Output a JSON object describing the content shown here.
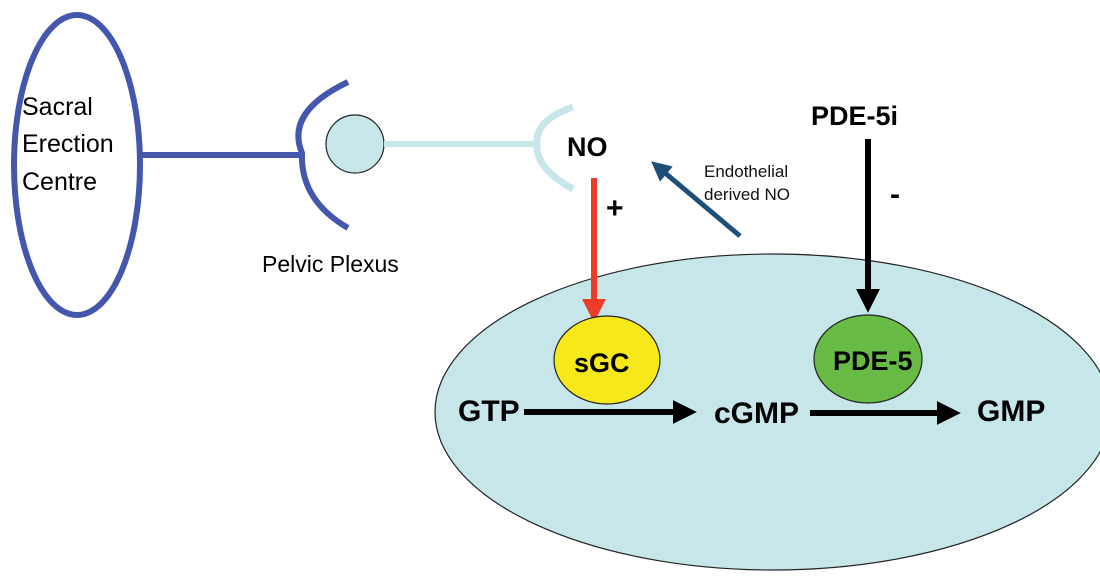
{
  "title": "NO / cGMP pathway and PDE-5 inhibition",
  "colors": {
    "nerve_blue": "#4457ad",
    "postganglionic": "#c6e6ea",
    "cell_fill": "#c6e6ea",
    "stimulation_arrow": "#ee3b26",
    "endothelial_arrow": "#1d4f7a",
    "inhibition_arrow": "#000000",
    "sgc_fill": "#f7e81c",
    "pde5_fill": "#68bb45"
  },
  "labels": {
    "sacral_centre": [
      "Sacral",
      "Erection",
      "Centre"
    ],
    "pelvic_plexus": "Pelvic Plexus",
    "no": "NO",
    "endothelial": [
      "Endothelial",
      "derived NO"
    ],
    "pde5i": "PDE-5i",
    "plus": "+",
    "minus": "-",
    "sgc": "sGC",
    "pde5": "PDE-5",
    "gtp": "GTP",
    "cgmp": "cGMP",
    "gmp": "GMP"
  },
  "relations": [
    {
      "from": "Sacral Erection Centre",
      "to": "Pelvic Plexus",
      "type": "nerve"
    },
    {
      "from": "Pelvic Plexus",
      "to": "NO",
      "type": "postganglionic nerve"
    },
    {
      "from": "NO",
      "to": "sGC",
      "type": "stimulates",
      "sign": "+"
    },
    {
      "from": "Endothelium",
      "to": "NO",
      "type": "Endothelial derived NO"
    },
    {
      "from": "PDE-5i",
      "to": "PDE-5",
      "type": "inhibits",
      "sign": "-"
    },
    {
      "from": "GTP",
      "to": "cGMP",
      "type": "conversion",
      "enzyme": "sGC"
    },
    {
      "from": "cGMP",
      "to": "GMP",
      "type": "conversion",
      "enzyme": "PDE-5"
    }
  ]
}
